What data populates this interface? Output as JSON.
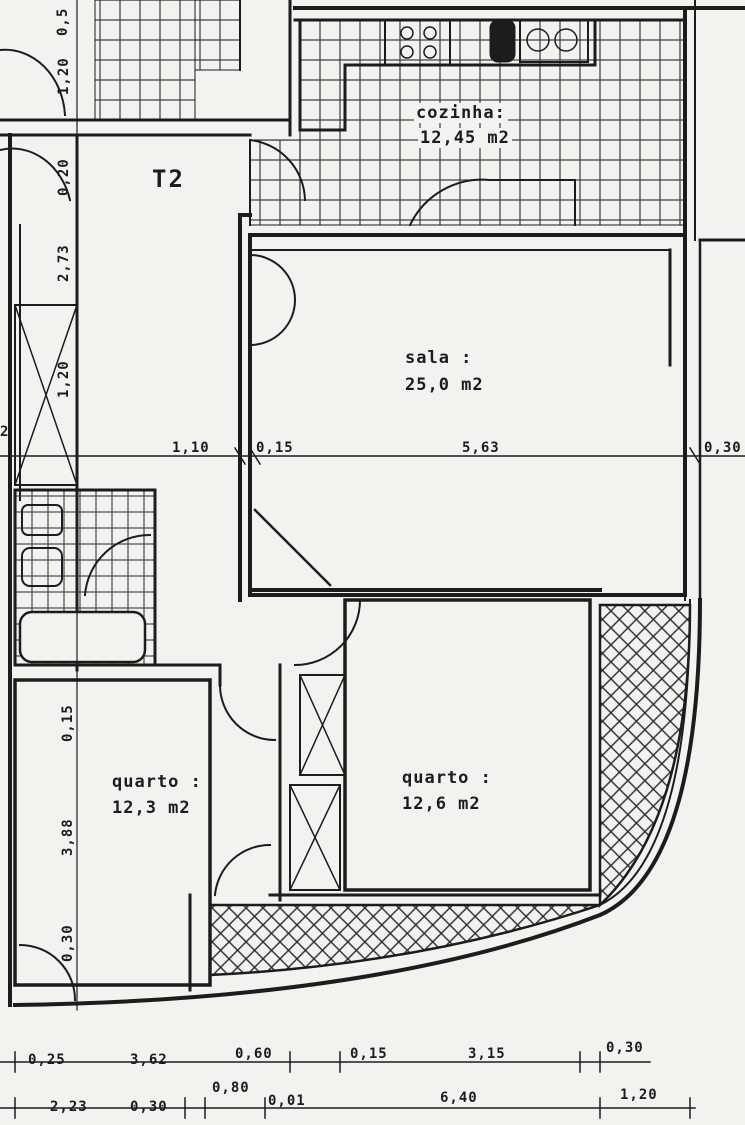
{
  "plan": {
    "unit_tag": "T2",
    "rooms": {
      "kitchen": {
        "name": "cozinha:",
        "area": "12,45 m2"
      },
      "living": {
        "name": "sala :",
        "area": "25,0 m2"
      },
      "bedroom_left": {
        "name": "quarto :",
        "area": "12,3 m2"
      },
      "bedroom_right": {
        "name": "quarto :",
        "area": "12,6 m2"
      }
    },
    "dims_mid": [
      "1,10",
      "0,15",
      "5,63",
      "0,30",
      "2"
    ],
    "dims_bottom_row1": [
      "0,25",
      "3,62",
      "0,60",
      "0,15",
      "3,15",
      "0,30"
    ],
    "dims_bottom_row2": [
      "2,23",
      "0,30",
      "0,80",
      "0,01",
      "6,40",
      "1,20"
    ],
    "dims_vertical": [
      "0,5",
      "1,20",
      "0,20",
      "2,73",
      "1,20",
      "0,15",
      "3,88",
      "0,30"
    ],
    "colors": {
      "paper": "#f2f2ef",
      "ink": "#1c1c1c",
      "grid": "#3a3a3a"
    }
  }
}
